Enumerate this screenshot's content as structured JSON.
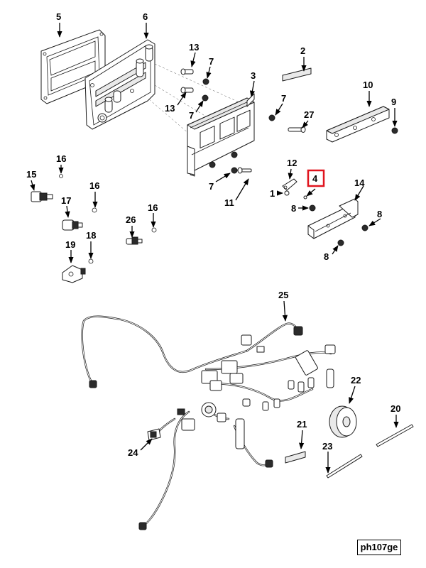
{
  "figure_id": "ph107ge",
  "highlight_color": "#e0141e",
  "callouts": {
    "c1": "1",
    "c2": "2",
    "c3": "3",
    "c4": "4",
    "c5": "5",
    "c6": "6",
    "c7a": "7",
    "c7b": "7",
    "c7c": "7",
    "c7d": "7",
    "c8a": "8",
    "c8b": "8",
    "c8c": "8",
    "c9": "9",
    "c10": "10",
    "c11": "11",
    "c12": "12",
    "c13a": "13",
    "c13b": "13",
    "c14": "14",
    "c15": "15",
    "c16a": "16",
    "c16b": "16",
    "c16c": "16",
    "c17": "17",
    "c18": "18",
    "c19": "19",
    "c20": "20",
    "c21": "21",
    "c22": "22",
    "c23": "23",
    "c24": "24",
    "c25": "25",
    "c26": "26",
    "c27": "27"
  },
  "highlighted_callout": "4"
}
